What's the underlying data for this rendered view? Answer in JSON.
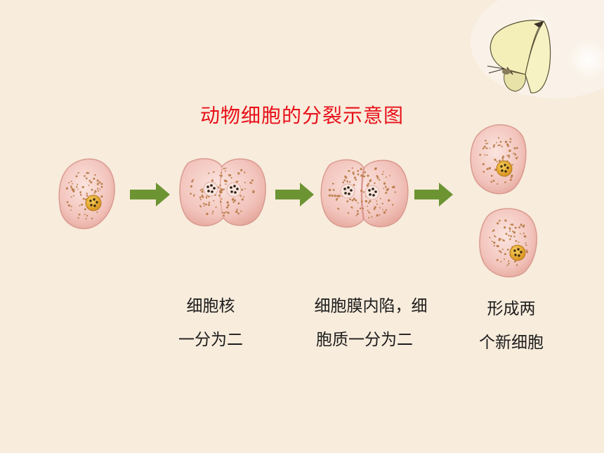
{
  "title": "动物细胞的分裂示意图",
  "captions": [
    {
      "line1": "细胞核",
      "line2": "一分为二"
    },
    {
      "line1": "细胞膜内陷，细",
      "line2": "胞质一分为二"
    },
    {
      "line1": "形成两",
      "line2": "个新细胞"
    }
  ],
  "colors": {
    "background": "#f8ecdc",
    "title": "#e8101a",
    "arrow": "#6c9432",
    "cell_fill": "#f2c4bc",
    "nucleus": "#e2a028"
  },
  "icons": [
    "butterfly-icon",
    "right-arrow-icon"
  ]
}
